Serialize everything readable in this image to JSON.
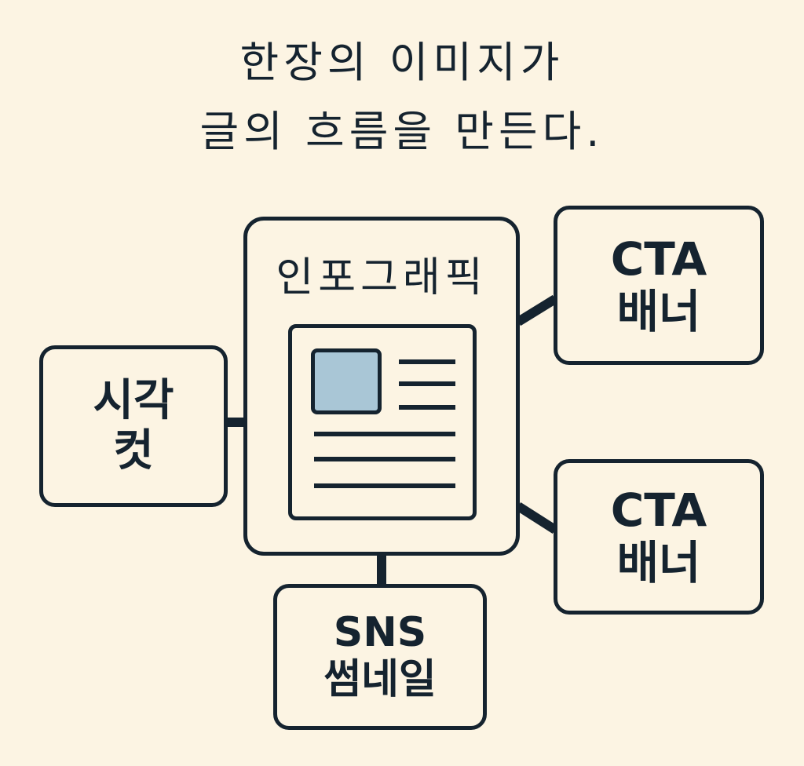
{
  "title": {
    "line1": "한장의 이미지가",
    "line2": "글의 흐름을 만든다."
  },
  "center": {
    "label": "인포그래픽"
  },
  "nodes": {
    "visual": {
      "line1": "시각",
      "line2": "컷"
    },
    "cta_top": {
      "line1": "CTA",
      "line2": "배너"
    },
    "cta_bottom": {
      "line1": "CTA",
      "line2": "배너"
    },
    "sns": {
      "line1": "SNS",
      "line2": "썸네일"
    }
  },
  "colors": {
    "background": "#FCF4E3",
    "ink": "#15232F",
    "image_fill": "#A9C6D6"
  }
}
